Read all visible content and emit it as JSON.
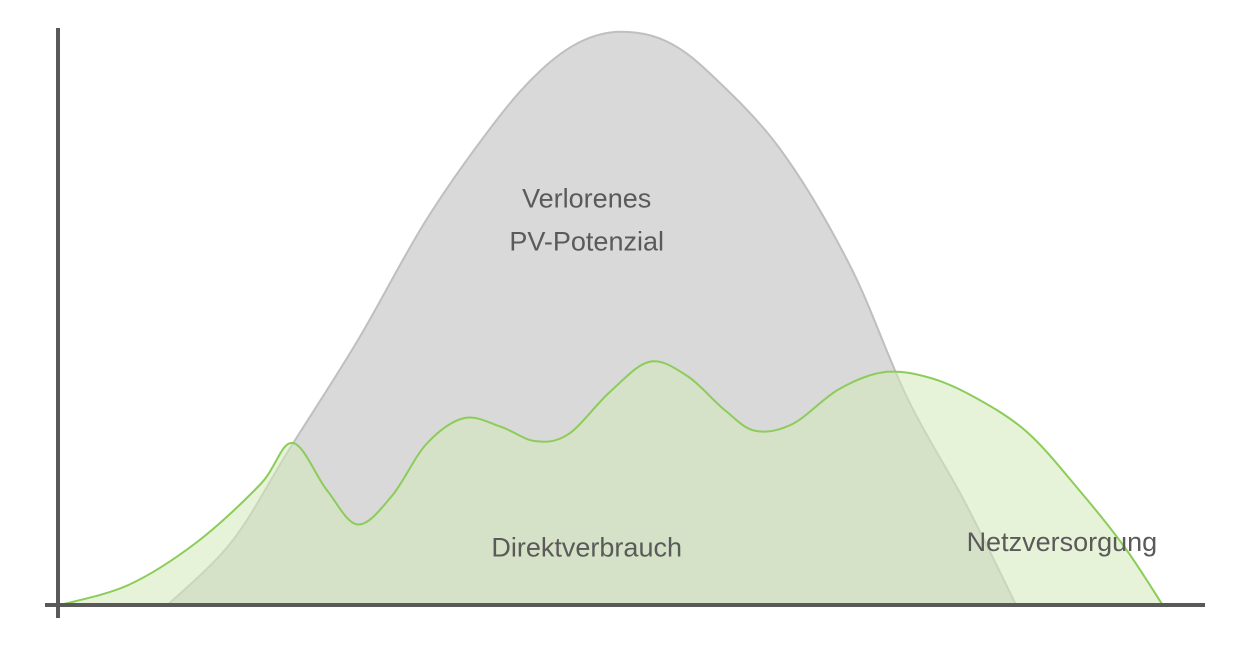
{
  "chart_data": {
    "type": "area",
    "title": "",
    "xlabel": "",
    "ylabel": "",
    "xlim": [
      0,
      1
    ],
    "ylim": [
      0,
      1
    ],
    "grid": false,
    "legend": "none",
    "axis_color": "#595959",
    "series": [
      {
        "fill": "#d9d9d9",
        "stroke": "#bfbfbf",
        "points": [
          [
            0.094,
            0.0
          ],
          [
            0.15,
            0.11
          ],
          [
            0.2,
            0.27
          ],
          [
            0.26,
            0.46
          ],
          [
            0.32,
            0.67
          ],
          [
            0.38,
            0.84
          ],
          [
            0.42,
            0.93
          ],
          [
            0.455,
            0.98
          ],
          [
            0.49,
            0.997
          ],
          [
            0.53,
            0.98
          ],
          [
            0.57,
            0.92
          ],
          [
            0.63,
            0.79
          ],
          [
            0.69,
            0.59
          ],
          [
            0.74,
            0.36
          ],
          [
            0.79,
            0.18
          ],
          [
            0.835,
            0.0
          ]
        ]
      },
      {
        "fill": "#d3eab8",
        "stroke": "#8ccc5a",
        "opacity": 0.55,
        "points": [
          [
            0.0,
            0.0
          ],
          [
            0.06,
            0.035
          ],
          [
            0.12,
            0.11
          ],
          [
            0.175,
            0.21
          ],
          [
            0.203,
            0.282
          ],
          [
            0.233,
            0.2
          ],
          [
            0.26,
            0.14
          ],
          [
            0.29,
            0.19
          ],
          [
            0.32,
            0.28
          ],
          [
            0.353,
            0.325
          ],
          [
            0.385,
            0.31
          ],
          [
            0.415,
            0.285
          ],
          [
            0.444,
            0.297
          ],
          [
            0.48,
            0.37
          ],
          [
            0.515,
            0.423
          ],
          [
            0.548,
            0.398
          ],
          [
            0.58,
            0.34
          ],
          [
            0.607,
            0.303
          ],
          [
            0.64,
            0.315
          ],
          [
            0.68,
            0.375
          ],
          [
            0.72,
            0.405
          ],
          [
            0.76,
            0.395
          ],
          [
            0.8,
            0.36
          ],
          [
            0.845,
            0.3
          ],
          [
            0.89,
            0.2
          ],
          [
            0.93,
            0.1
          ],
          [
            0.963,
            0.0
          ]
        ]
      }
    ],
    "annotations": [
      {
        "lines": [
          "Verlorenes",
          "PV-Potenzial"
        ],
        "x": 0.46,
        "y": 0.67
      },
      {
        "lines": [
          "Direktverbrauch"
        ],
        "x": 0.46,
        "y": 0.1
      },
      {
        "lines": [
          "Netzversorgung"
        ],
        "x": 0.875,
        "y": 0.11
      }
    ]
  }
}
